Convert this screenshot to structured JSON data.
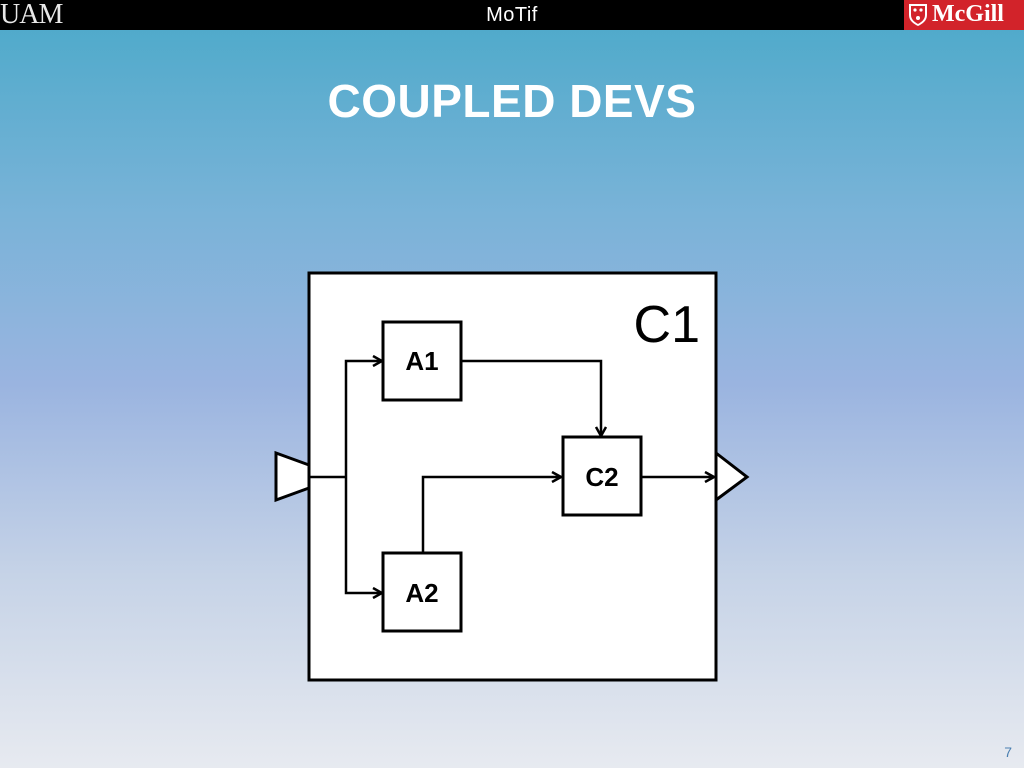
{
  "header": {
    "title": "MoTif",
    "left_logo": "UAM",
    "right_logo": "McGill"
  },
  "slide": {
    "title": "COUPLED DEVS",
    "number": "7"
  },
  "diagram": {
    "coupled_model": "C1",
    "atomic_a1": "A1",
    "atomic_a2": "A2",
    "coupled_inner": "C2"
  }
}
